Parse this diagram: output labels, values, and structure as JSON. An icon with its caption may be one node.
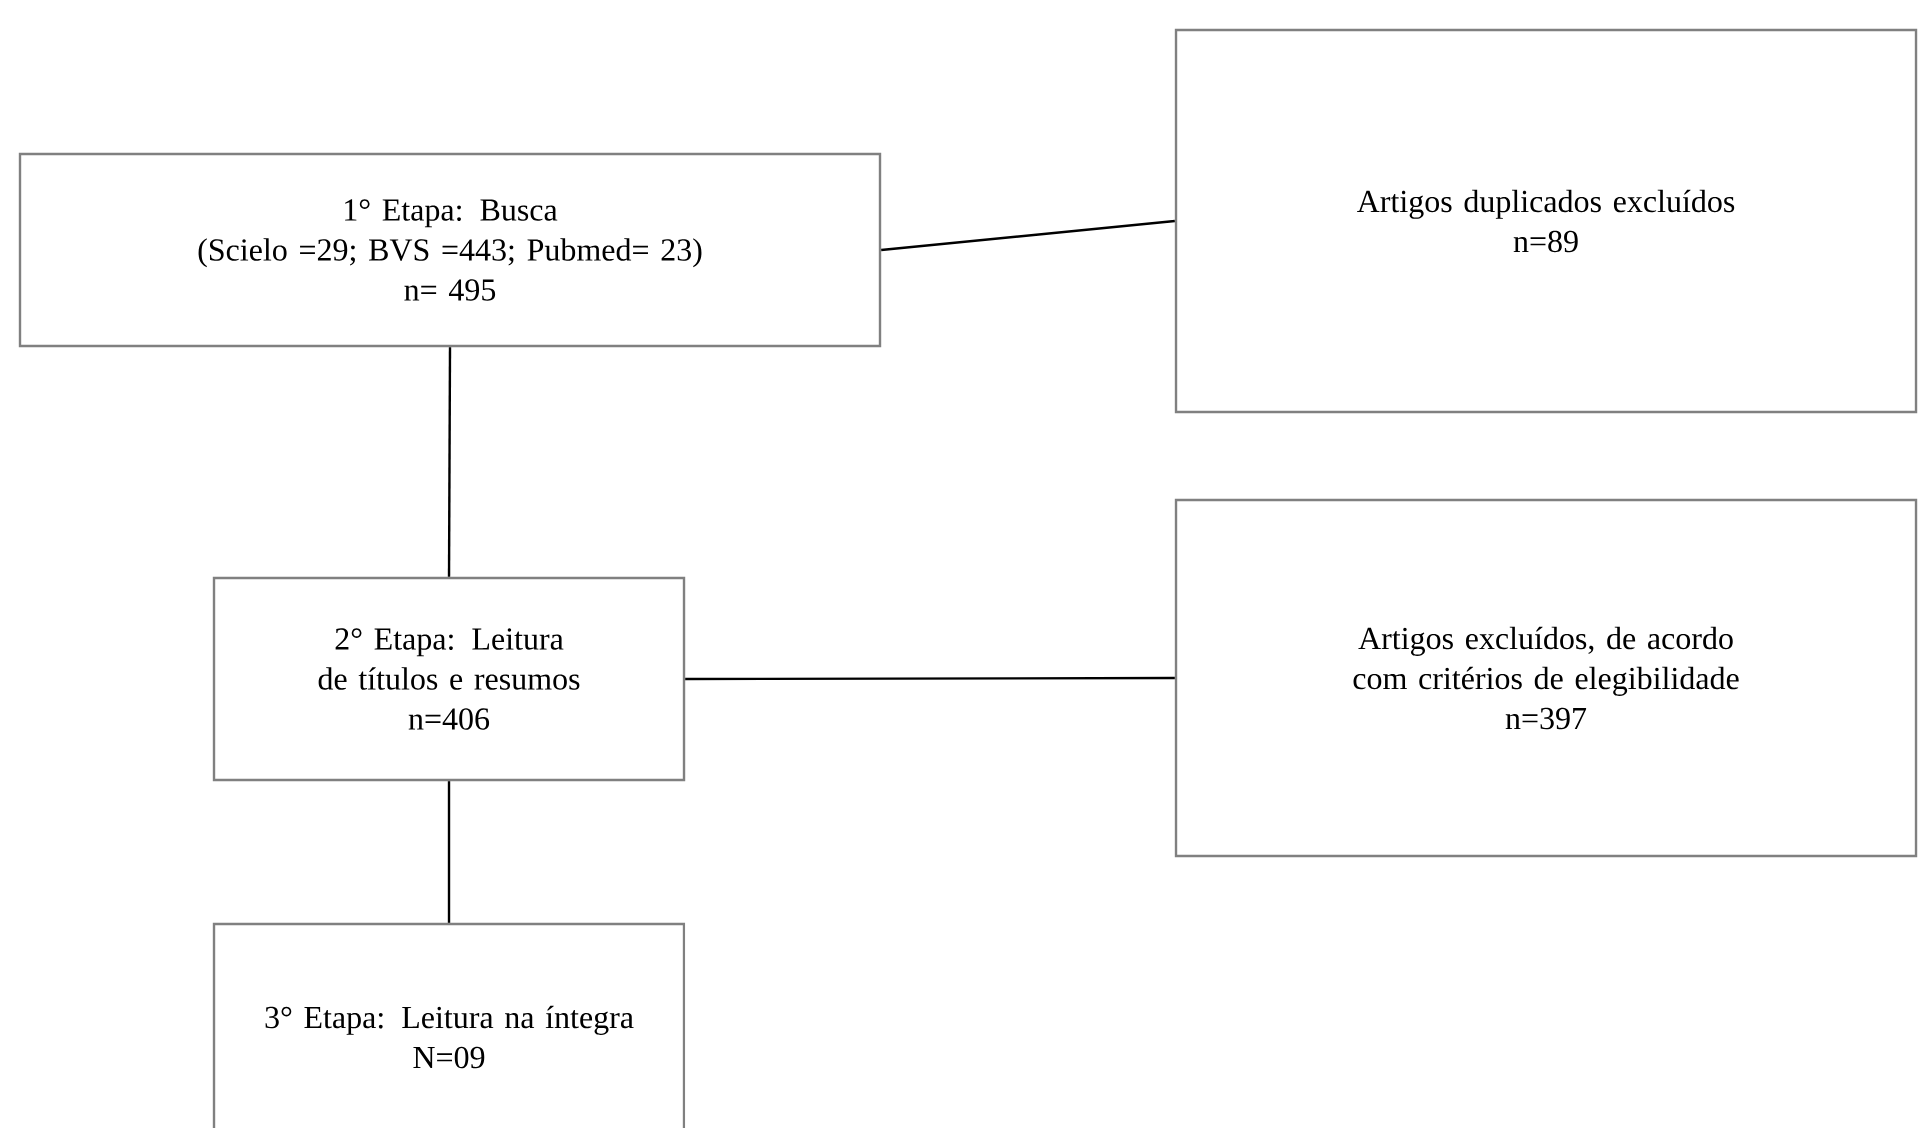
{
  "diagram": {
    "nodes": [
      {
        "text": [
          "1° Etapa: Busca",
          "(Scielo =29; BVS =443; Pubmed= 23)",
          "n= 495"
        ]
      },
      {
        "text": [
          "Artigos duplicados excluídos",
          "n=89"
        ]
      },
      {
        "text": [
          "2° Etapa: Leitura de títulos e resumos",
          "n=406"
        ]
      },
      {
        "text": [
          "Artigos excluídos, de acordo com critérios de elegibilidade",
          "n=397"
        ]
      },
      {
        "text": [
          "3° Etapa: Leitura na íntegra",
          "N=09"
        ]
      }
    ],
    "edges": [
      {
        "from": 0,
        "to": 1,
        "arrow": "none"
      },
      {
        "from": 0,
        "to": 2,
        "arrow": "none"
      },
      {
        "from": 2,
        "to": 3,
        "arrow": "none"
      },
      {
        "from": 2,
        "to": 4,
        "arrow": "none"
      }
    ]
  }
}
